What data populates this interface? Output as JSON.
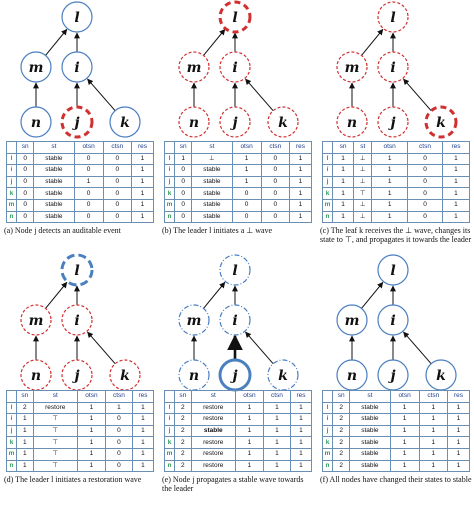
{
  "columns": [
    "sn",
    "st",
    "otsn",
    "ctsn",
    "res"
  ],
  "colors": {
    "node_solid": "#4a7fc0",
    "node_dashed": "#d03030",
    "row_id": "#2e9a5a",
    "header": "#1f3f8f",
    "grid": "#6a8fb5"
  },
  "panels": [
    {
      "caption": "(a) Node j detects an auditable event",
      "nodes": {
        "l": "solid",
        "m": "solid",
        "i": "solid",
        "n": "solid",
        "j": "red-dash-bold",
        "k": "solid"
      },
      "edges": {
        "m": "solid",
        "i": "solid",
        "n": "solid",
        "j": "solid",
        "k": "solid"
      },
      "rows": [
        [
          "l",
          "0",
          "stable",
          "0",
          "0",
          "1"
        ],
        [
          "i",
          "0",
          "stable",
          "0",
          "0",
          "1"
        ],
        [
          "j",
          "0",
          "stable",
          "1",
          "0",
          "1"
        ],
        [
          "k",
          "0",
          "stable",
          "0",
          "0",
          "1"
        ],
        [
          "m",
          "0",
          "stable",
          "0",
          "0",
          "1"
        ],
        [
          "n",
          "0",
          "stable",
          "0",
          "0",
          "1"
        ]
      ]
    },
    {
      "caption": "(b) The leader l initiates a ⊥ wave",
      "nodes": {
        "l": "red-dash-bold",
        "m": "red-dash",
        "i": "red-dash",
        "n": "red-dash",
        "j": "red-dash",
        "k": "red-dash"
      },
      "edges": {
        "m": "solid",
        "i": "solid",
        "n": "solid",
        "j": "solid",
        "k": "solid"
      },
      "rows": [
        [
          "l",
          "1",
          "⊥",
          "1",
          "0",
          "1"
        ],
        [
          "i",
          "0",
          "stable",
          "1",
          "0",
          "1"
        ],
        [
          "j",
          "0",
          "stable",
          "1",
          "0",
          "1"
        ],
        [
          "k",
          "0",
          "stable",
          "0",
          "0",
          "1"
        ],
        [
          "m",
          "0",
          "stable",
          "0",
          "0",
          "1"
        ],
        [
          "n",
          "0",
          "stable",
          "0",
          "0",
          "1"
        ]
      ]
    },
    {
      "caption": "(c) The leaf k receives the ⊥ wave, changes its state to ⊤, and propagates it towards the leader",
      "nodes": {
        "l": "red-dash",
        "m": "red-dash",
        "i": "red-dash",
        "n": "red-dash",
        "j": "red-dash",
        "k": "red-dash-bold"
      },
      "edges": {
        "m": "solid",
        "i": "solid",
        "n": "solid",
        "j": "solid",
        "k": "solid"
      },
      "rows": [
        [
          "l",
          "1",
          "⊥",
          "1",
          "0",
          "1"
        ],
        [
          "i",
          "1",
          "⊥",
          "1",
          "0",
          "1"
        ],
        [
          "j",
          "1",
          "⊥",
          "1",
          "0",
          "1"
        ],
        [
          "k",
          "1",
          "⊤",
          "1",
          "0",
          "1"
        ],
        [
          "m",
          "1",
          "⊥",
          "1",
          "0",
          "1"
        ],
        [
          "n",
          "1",
          "⊥",
          "1",
          "0",
          "1"
        ]
      ]
    },
    {
      "caption": "(d) The leader l initiates a restoration wave",
      "nodes": {
        "l": "blue-dash-bold",
        "m": "red-dash",
        "i": "red-dash",
        "n": "red-dash",
        "j": "red-dash",
        "k": "red-dash"
      },
      "edges": {
        "m": "solid",
        "i": "solid",
        "n": "solid",
        "j": "solid",
        "k": "solid"
      },
      "rows": [
        [
          "l",
          "2",
          "restore",
          "1",
          "1",
          "1"
        ],
        [
          "i",
          "1",
          "⊤",
          "1",
          "0",
          "1"
        ],
        [
          "j",
          "1",
          "⊤",
          "1",
          "0",
          "1"
        ],
        [
          "k",
          "1",
          "⊤",
          "1",
          "0",
          "1"
        ],
        [
          "m",
          "1",
          "⊤",
          "1",
          "0",
          "1"
        ],
        [
          "n",
          "1",
          "⊤",
          "1",
          "0",
          "1"
        ]
      ]
    },
    {
      "caption": "(e) Node j propagates a stable wave towards the leader",
      "nodes": {
        "l": "blue-dashdot",
        "m": "blue-dashdot",
        "i": "blue-dashdot",
        "n": "blue-dashdot",
        "j": "solid-bold",
        "k": "blue-dashdot"
      },
      "edges": {
        "m": "solid",
        "i": "solid",
        "n": "solid",
        "j": "solid-bold",
        "k": "solid"
      },
      "rows": [
        [
          "l",
          "2",
          "restore",
          "1",
          "1",
          "1"
        ],
        [
          "i",
          "2",
          "restore",
          "1",
          "1",
          "1"
        ],
        [
          "j",
          "2",
          "stable",
          "1",
          "1",
          "1"
        ],
        [
          "k",
          "2",
          "restore",
          "1",
          "1",
          "1"
        ],
        [
          "m",
          "2",
          "restore",
          "1",
          "1",
          "1"
        ],
        [
          "n",
          "2",
          "restore",
          "1",
          "1",
          "1"
        ]
      ]
    },
    {
      "caption": "(f) All nodes have changed their states to stable",
      "nodes": {
        "l": "solid",
        "m": "solid",
        "i": "solid",
        "n": "solid",
        "j": "solid",
        "k": "solid"
      },
      "edges": {
        "m": "solid",
        "i": "solid",
        "n": "solid",
        "j": "solid",
        "k": "solid"
      },
      "rows": [
        [
          "l",
          "2",
          "stable",
          "1",
          "1",
          "1"
        ],
        [
          "i",
          "2",
          "stable",
          "1",
          "1",
          "1"
        ],
        [
          "j",
          "2",
          "stable",
          "1",
          "1",
          "1"
        ],
        [
          "k",
          "2",
          "stable",
          "1",
          "1",
          "1"
        ],
        [
          "m",
          "2",
          "stable",
          "1",
          "1",
          "1"
        ],
        [
          "n",
          "2",
          "stable",
          "1",
          "1",
          "1"
        ]
      ]
    }
  ]
}
